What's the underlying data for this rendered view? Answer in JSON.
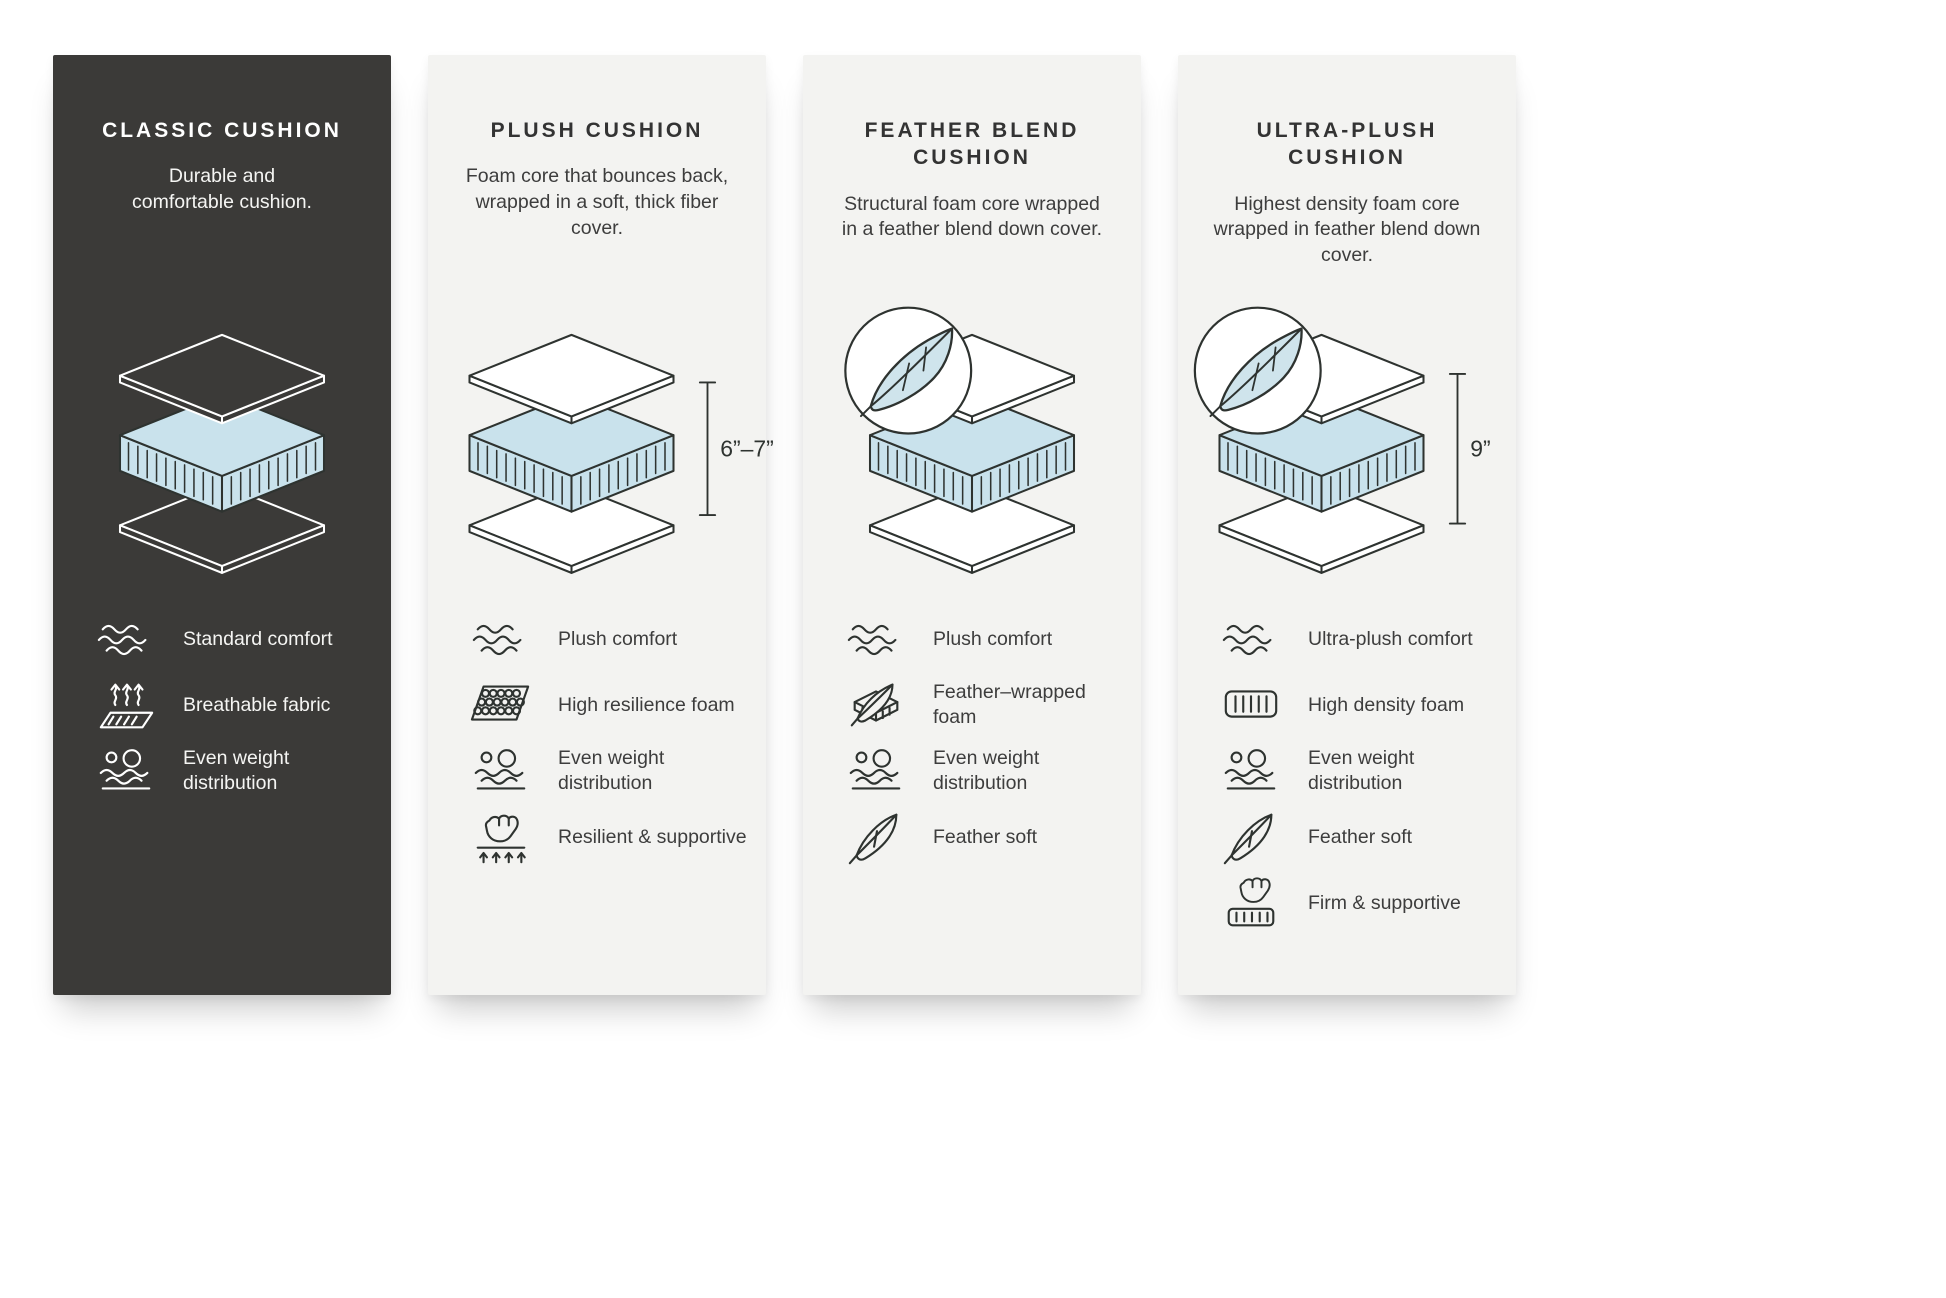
{
  "cards": [
    {
      "id": "classic-cushion",
      "theme": "dark",
      "title": "CLASSIC CUSHION",
      "description": "Durable and comfortable cushion.",
      "diagram": {
        "type": "layered-cushion"
      },
      "features": [
        {
          "icon": "waves-icon",
          "label": "Standard comfort"
        },
        {
          "icon": "breathable-fabric-icon",
          "label": "Breathable fabric"
        },
        {
          "icon": "even-weight-icon",
          "label": "Even weight distribution"
        }
      ]
    },
    {
      "id": "plush-cushion",
      "theme": "light",
      "title": "PLUSH CUSHION",
      "description": "Foam core that bounces back, wrapped in a soft, thick fiber cover.",
      "diagram": {
        "type": "layered-cushion",
        "height_label": "6”–7”"
      },
      "features": [
        {
          "icon": "waves-icon",
          "label": "Plush comfort"
        },
        {
          "icon": "resilience-foam-icon",
          "label": "High resilience foam"
        },
        {
          "icon": "even-weight-icon",
          "label": "Even weight distribution"
        },
        {
          "icon": "resilient-hand-icon",
          "label": "Resilient & supportive"
        }
      ]
    },
    {
      "id": "feather-blend-cushion",
      "theme": "light",
      "title": "FEATHER BLEND CUSHION",
      "description": "Structural foam core wrapped in a feather blend down cover.",
      "diagram": {
        "type": "layered-cushion",
        "badge": "feather"
      },
      "features": [
        {
          "icon": "waves-icon",
          "label": "Plush comfort"
        },
        {
          "icon": "feather-foam-icon",
          "label": "Feather–wrapped foam"
        },
        {
          "icon": "even-weight-icon",
          "label": "Even weight distribution"
        },
        {
          "icon": "feather-icon",
          "label": "Feather soft"
        }
      ]
    },
    {
      "id": "ultra-plush-cushion",
      "theme": "light",
      "title": "ULTRA-PLUSH CUSHION",
      "description": "Highest density foam core wrapped in feather blend down cover.",
      "diagram": {
        "type": "layered-cushion",
        "badge": "feather",
        "height_label": "9”"
      },
      "features": [
        {
          "icon": "waves-icon",
          "label": "Ultra-plush comfort"
        },
        {
          "icon": "density-foam-icon",
          "label": "High density foam"
        },
        {
          "icon": "even-weight-icon",
          "label": "Even weight distribution"
        },
        {
          "icon": "feather-icon",
          "label": "Feather soft"
        },
        {
          "icon": "firm-hand-icon",
          "label": "Firm & supportive"
        }
      ]
    }
  ],
  "colors": {
    "foam_blue": "#c9e2ec",
    "dark_card_bg": "#3b3a38",
    "light_card_bg": "#f3f3f1",
    "outline": "#2e3330"
  }
}
